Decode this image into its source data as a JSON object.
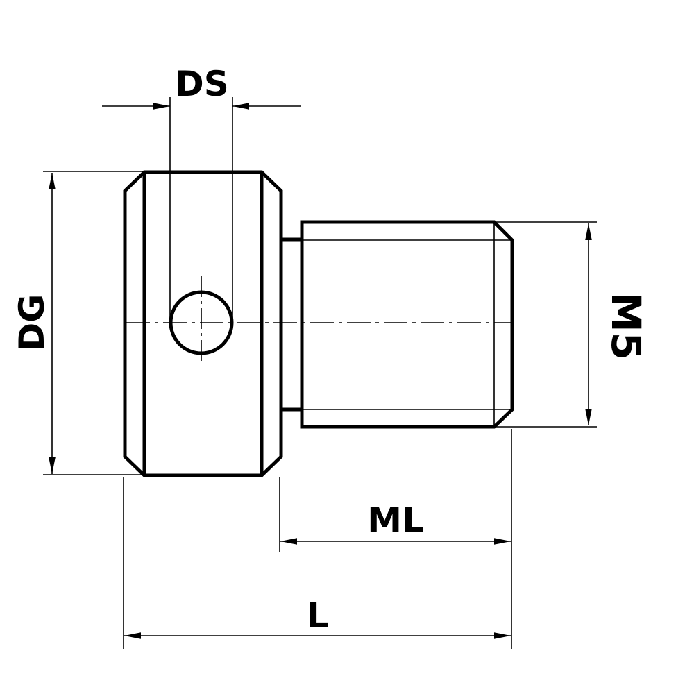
{
  "drawing": {
    "labels": {
      "ds": "DS",
      "dg": "DG",
      "m5": "M5",
      "ml": "ML",
      "l": "L"
    },
    "line_color": "#000000",
    "background": "#ffffff"
  }
}
